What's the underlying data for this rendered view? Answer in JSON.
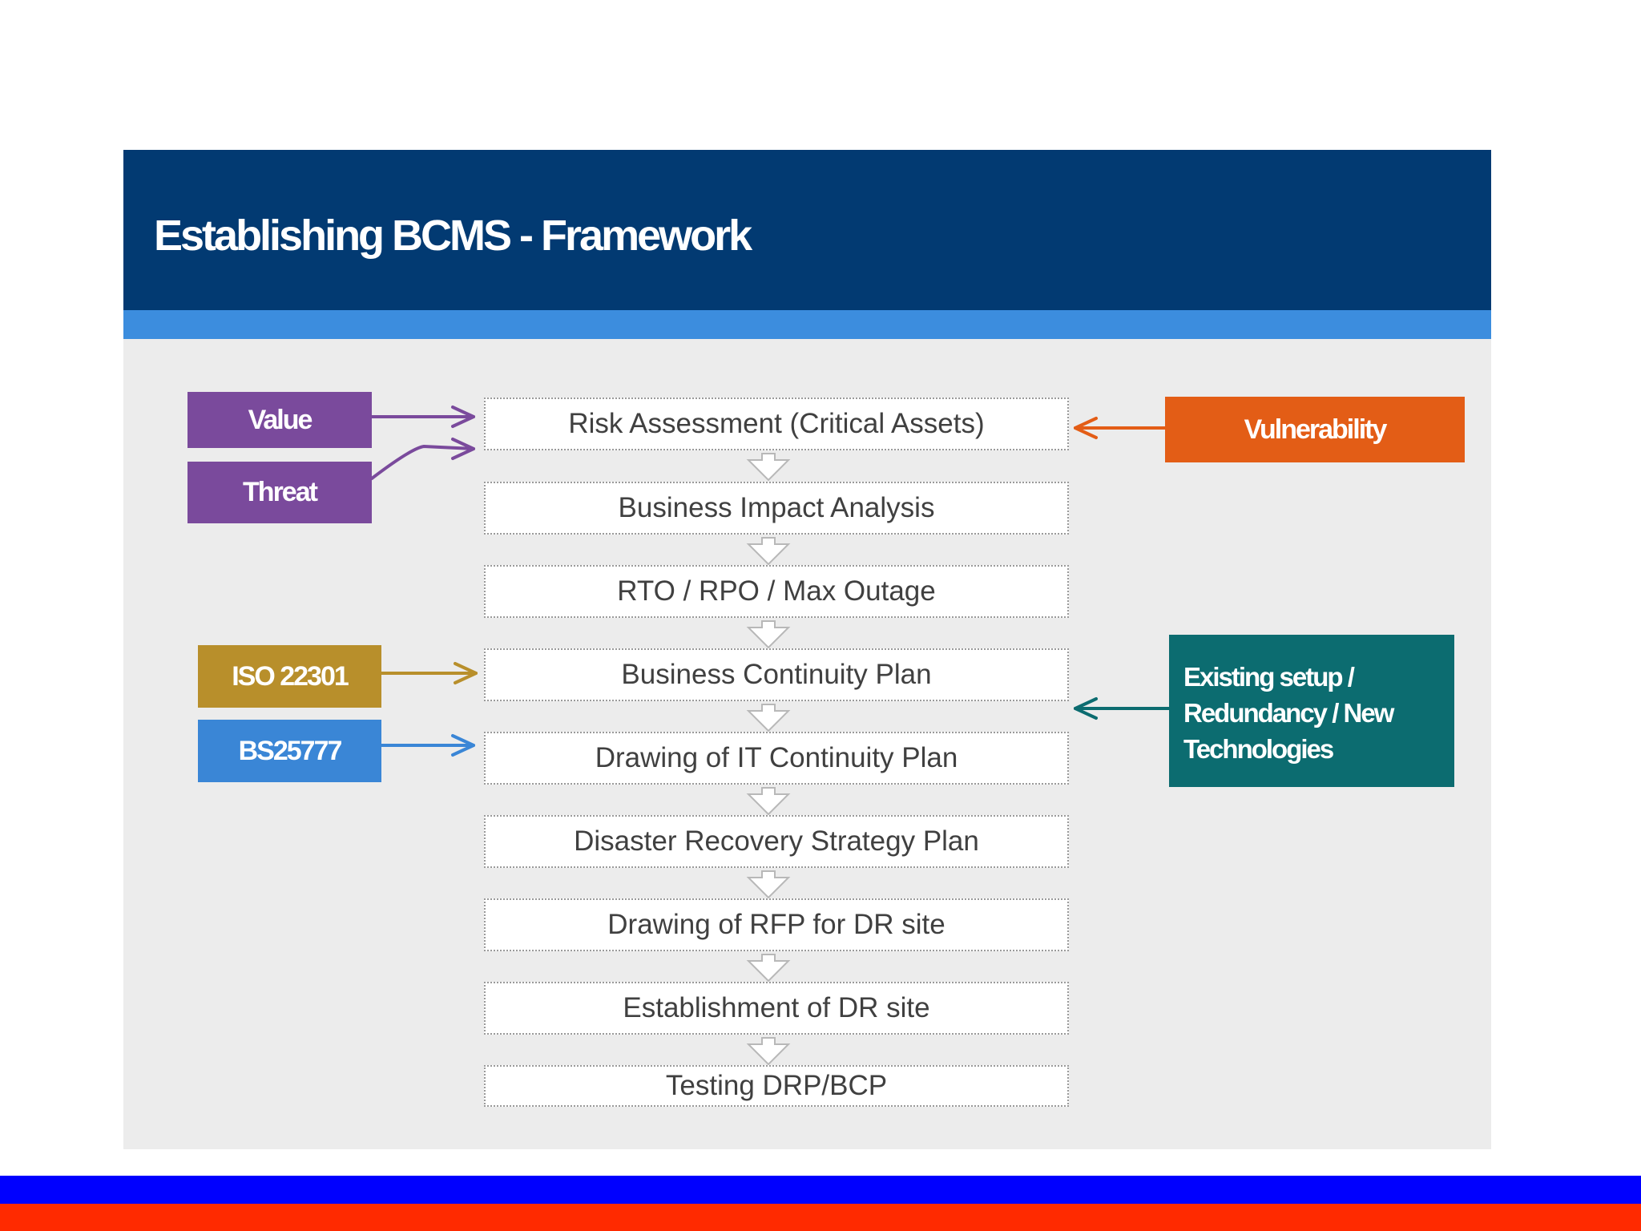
{
  "title": "Establishing BCMS - Framework",
  "steps": [
    "Risk Assessment (Critical Assets)",
    "Business Impact Analysis",
    "RTO / RPO / Max Outage",
    "Business Continuity Plan",
    "Drawing of IT Continuity Plan",
    "Disaster Recovery Strategy Plan",
    "Drawing of RFP for DR site",
    "Establishment of DR site",
    "Testing DRP/BCP"
  ],
  "inputs": {
    "value": "Value",
    "threat": "Threat",
    "vulnerability": "Vulnerability",
    "iso": "ISO 22301",
    "bs": "BS25777",
    "existing": "Existing setup / Redundancy / New Technologies"
  },
  "colors": {
    "header": "#023a72",
    "header_stripe": "#3c8dde",
    "purple": "#7a4a9c",
    "orange": "#e35d16",
    "gold": "#b88f2b",
    "blue": "#3a86d6",
    "teal": "#0c6c70",
    "footer_blue": "#0000ff",
    "footer_red": "#ff2a00"
  }
}
